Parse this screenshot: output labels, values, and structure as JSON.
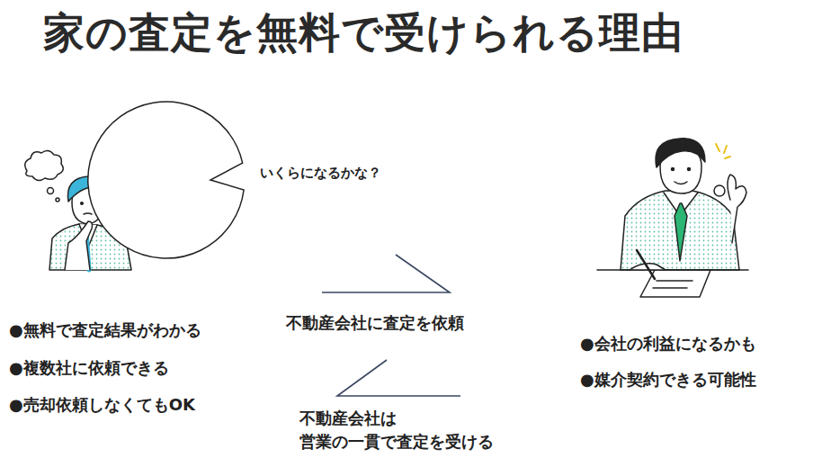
{
  "diagram": {
    "title": "家の査定を無料で受けられる理由",
    "nodes": [
      {
        "text": [
          "いくらになるかな？"
        ]
      }
    ],
    "labels": [
      "●無料で査定結果がわかる",
      "●複数社に依頼できる",
      "●売却依頼しなくてもOK",
      "不動産会社に査定を依頼",
      "不動産会社は 営業の一貫で査定を受ける",
      "●会社の利益になるかも",
      "●媒介契約できる可能性"
    ]
  }
}
